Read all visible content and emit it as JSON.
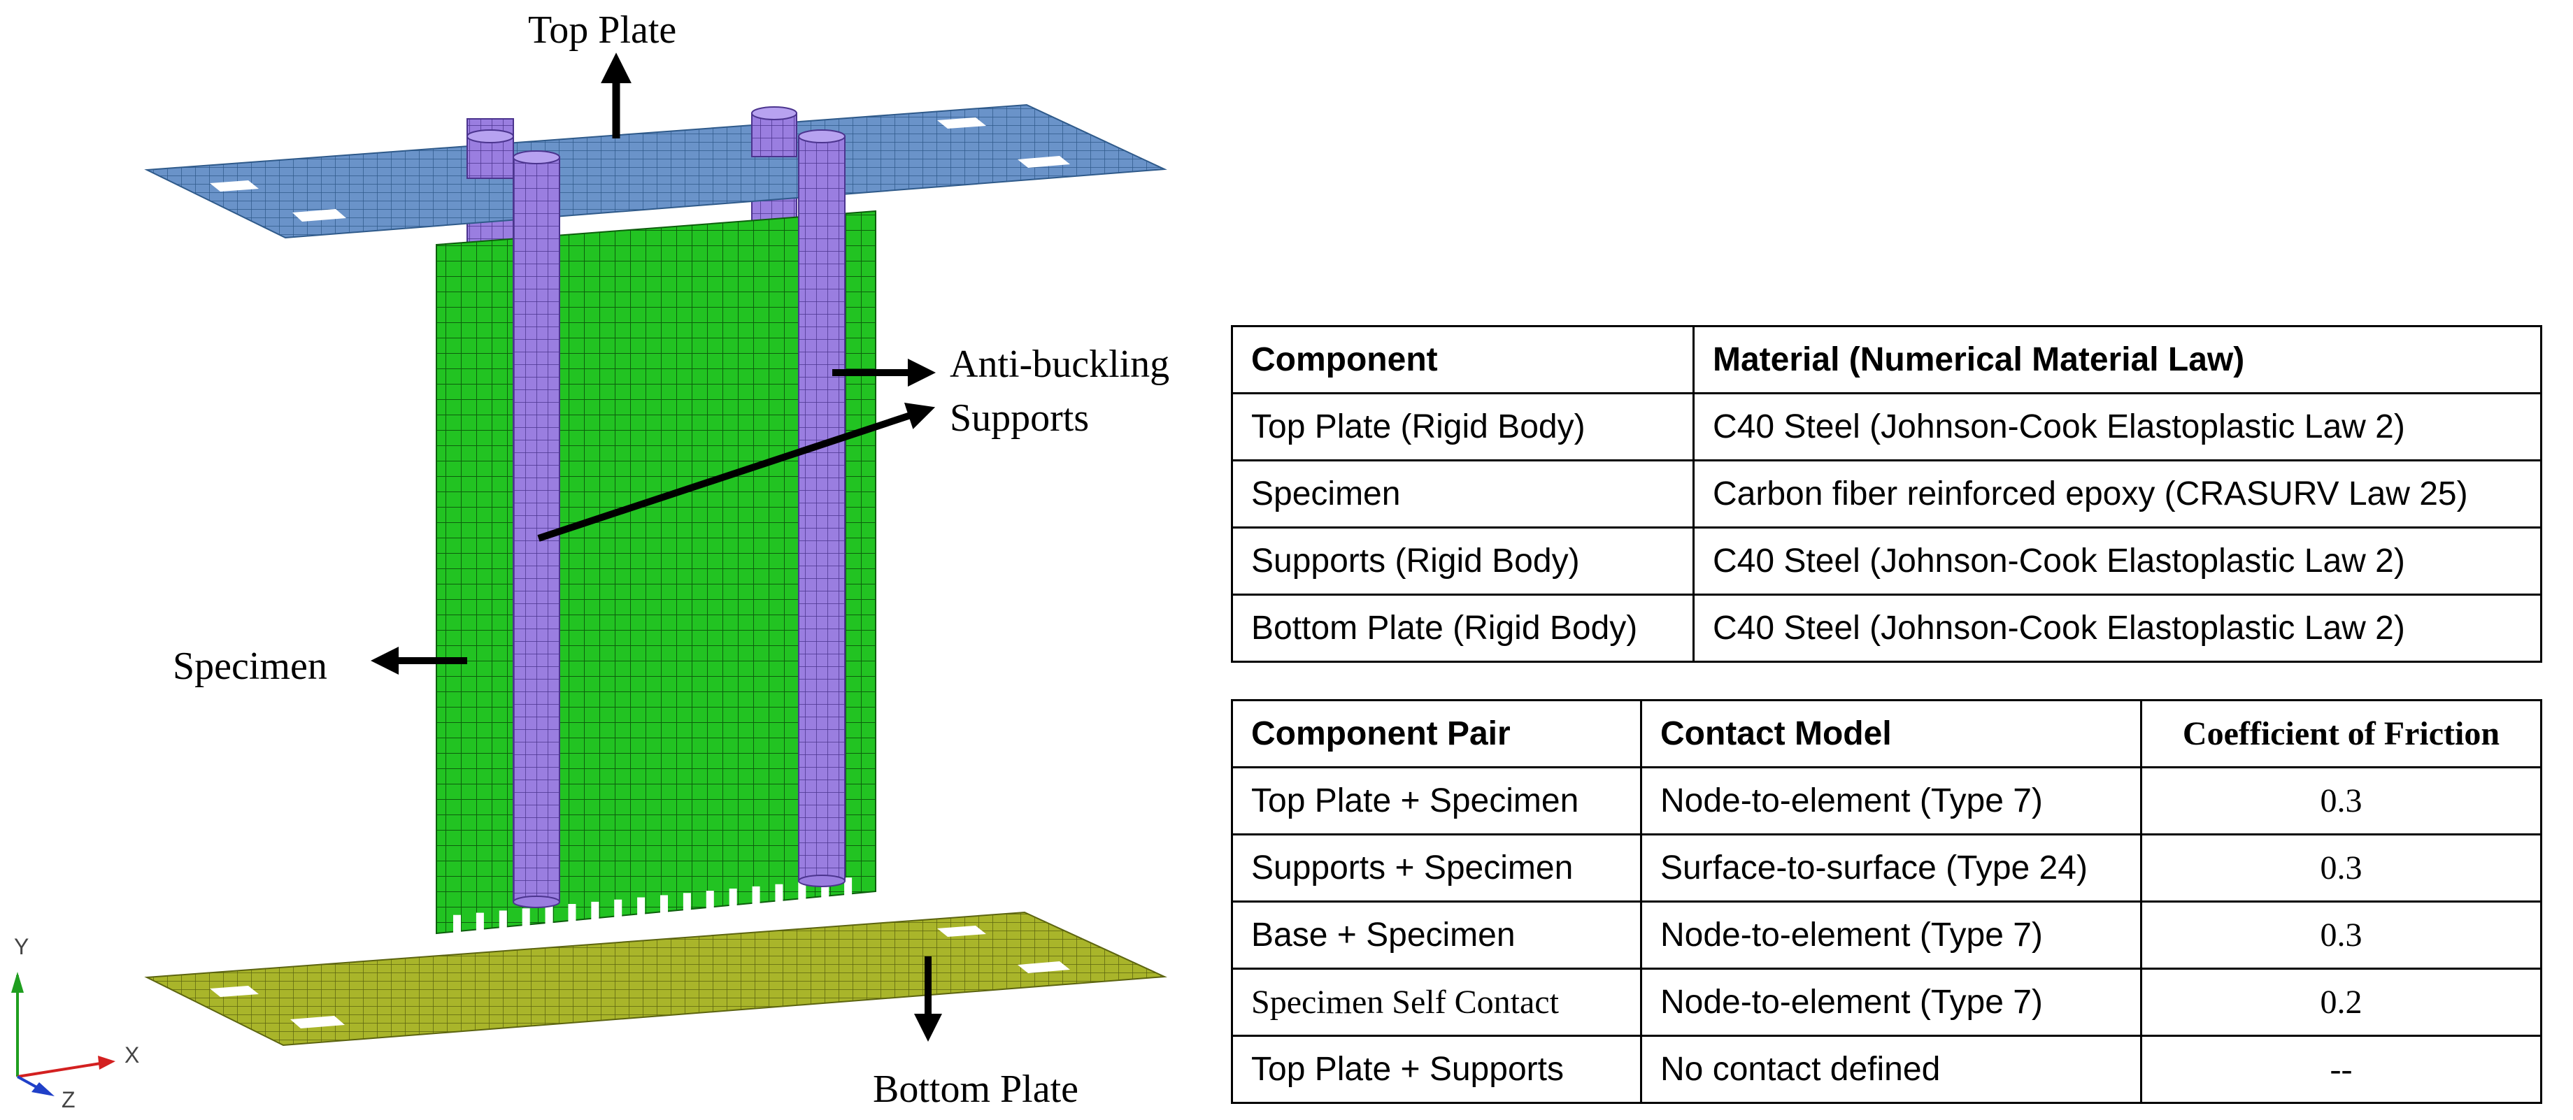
{
  "labels": {
    "top_plate": "Top Plate",
    "anti_buckling_1": "Anti-buckling",
    "anti_buckling_2": "Supports",
    "specimen": "Specimen",
    "bottom_plate": "Bottom Plate"
  },
  "axes": {
    "y": "Y",
    "x": "X",
    "z": "Z"
  },
  "colors": {
    "top_plate": "#6a93c9",
    "supports": "#9a7ee0",
    "specimen": "#22c322",
    "bottom_plate": "#a9b52a"
  },
  "material_table": {
    "headers": [
      "Component",
      "Material (Numerical Material Law)"
    ],
    "rows": [
      [
        "Top Plate (Rigid Body)",
        "C40 Steel (Johnson-Cook Elastoplastic Law 2)"
      ],
      [
        "Specimen",
        "Carbon fiber reinforced epoxy (CRASURV Law 25)"
      ],
      [
        "Supports (Rigid Body)",
        "C40 Steel (Johnson-Cook Elastoplastic Law 2)"
      ],
      [
        "Bottom Plate (Rigid Body)",
        "C40 Steel (Johnson-Cook Elastoplastic Law 2)"
      ]
    ]
  },
  "contact_table": {
    "headers": [
      "Component Pair",
      "Contact Model",
      "Coefficient of Friction"
    ],
    "rows": [
      [
        "Top Plate + Specimen",
        "Node-to-element (Type 7)",
        "0.3"
      ],
      [
        "Supports + Specimen",
        "Surface-to-surface (Type 24)",
        "0.3"
      ],
      [
        "Base + Specimen",
        "Node-to-element (Type 7)",
        "0.3"
      ],
      [
        "Specimen Self Contact",
        "Node-to-element (Type 7)",
        "0.2"
      ],
      [
        "Top Plate + Supports",
        "No contact defined",
        "--"
      ]
    ]
  }
}
